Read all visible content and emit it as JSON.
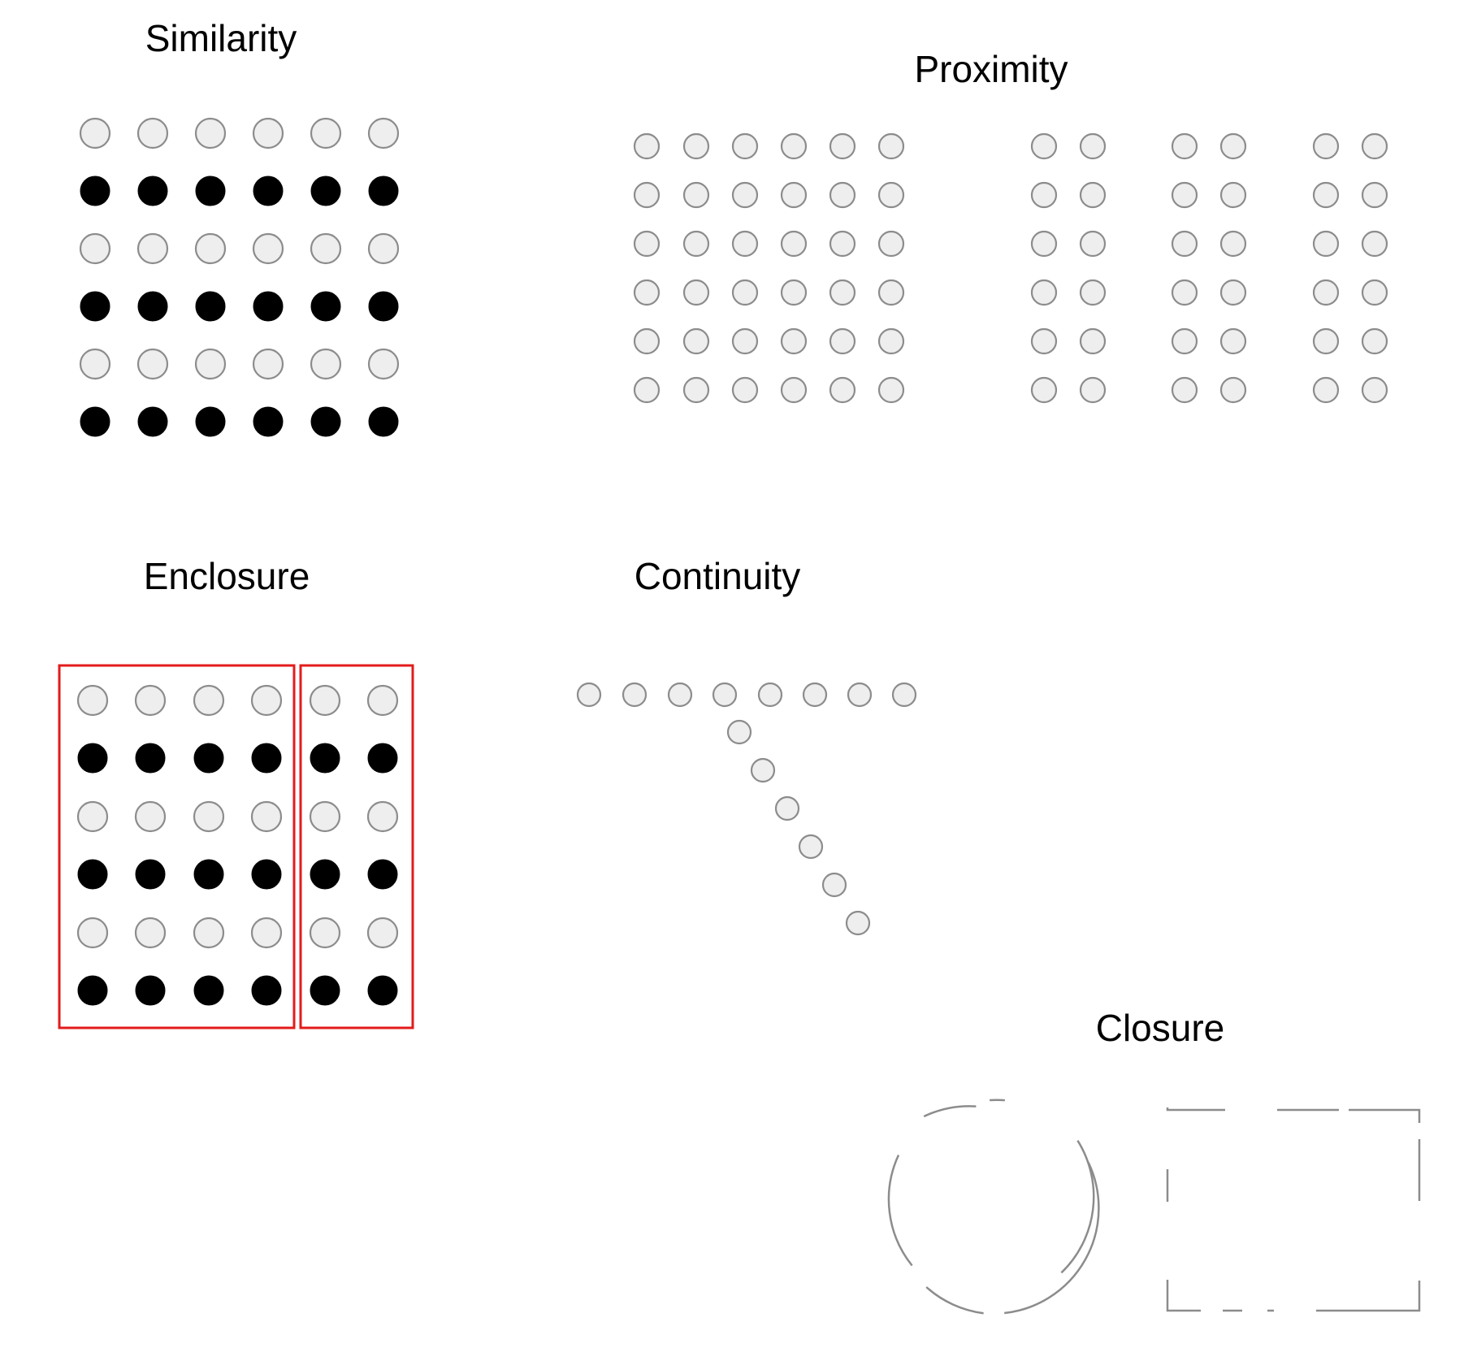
{
  "sections": {
    "similarity": {
      "title": "Similarity"
    },
    "proximity": {
      "title": "Proximity"
    },
    "enclosure": {
      "title": "Enclosure"
    },
    "continuity": {
      "title": "Continuity"
    },
    "closure": {
      "title": "Closure"
    }
  },
  "colors": {
    "light_dot_fill": "#eeeeee",
    "light_dot_stroke": "#8c8c8c",
    "dark_dot_fill": "#000000",
    "enclosure_border": "#e31b1b",
    "closure_stroke": "#8c8c8c"
  },
  "similarity_pattern": [
    "light",
    "dark",
    "light",
    "dark",
    "light",
    "dark"
  ],
  "enclosure_groups": [
    4,
    2
  ]
}
